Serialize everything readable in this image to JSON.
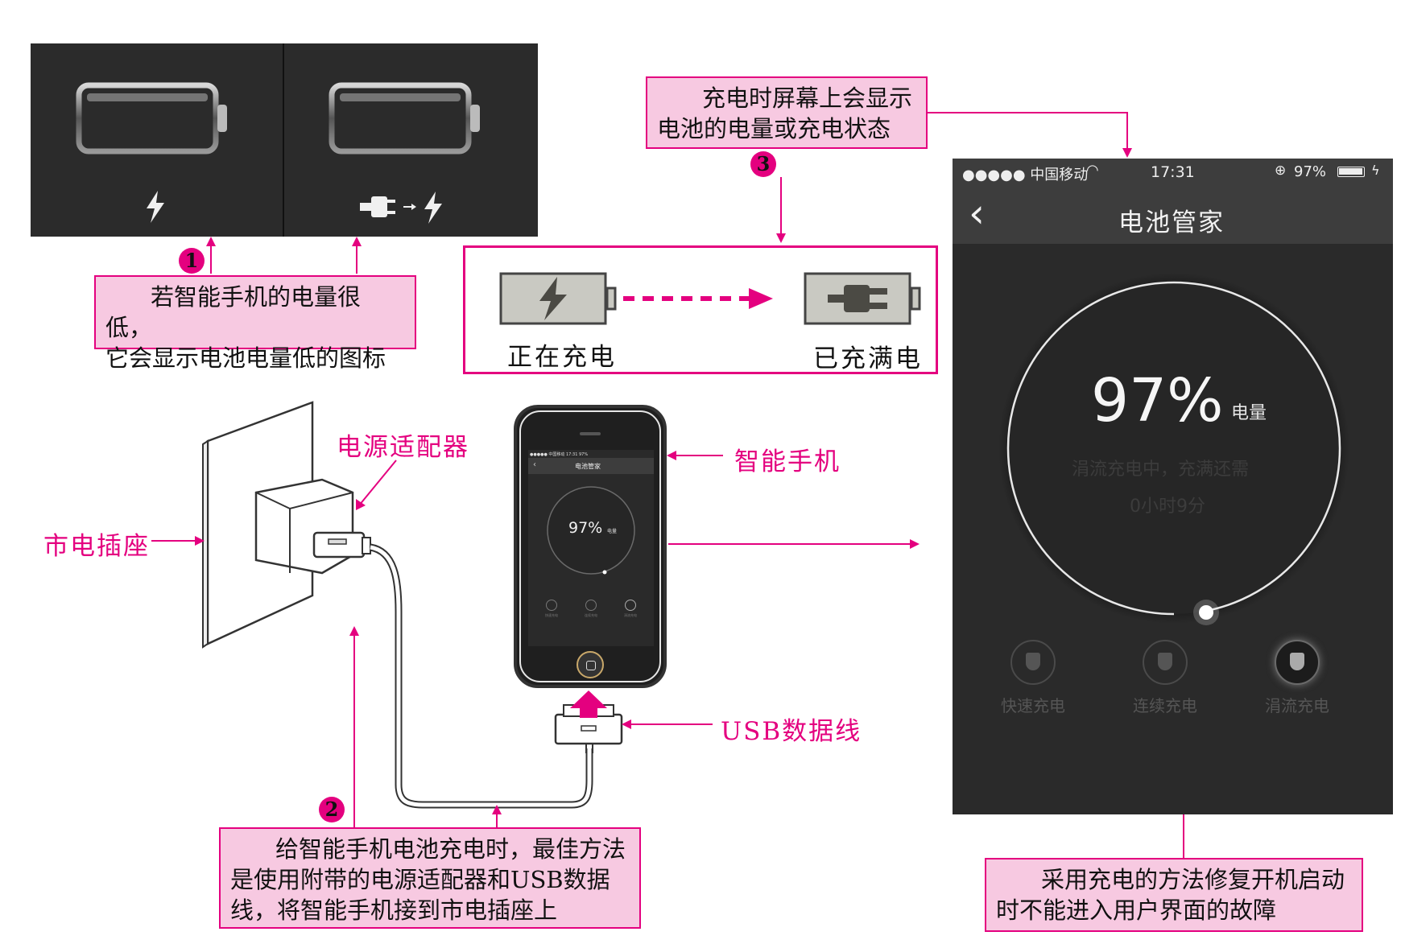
{
  "callouts": {
    "c1": {
      "number": "1",
      "line1": "若智能手机的电量很低，",
      "line2": "它会显示电池电量低的图标"
    },
    "c2": {
      "number": "2",
      "line1": "给智能手机电池充电时，最佳方法",
      "line2": "是使用附带的电源适配器和USB数据",
      "line3": "线，将智能手机接到市电插座上"
    },
    "c3": {
      "number": "3",
      "line1": "充电时屏幕上会显示",
      "line2": "电池的电量或充电状态"
    },
    "c4": {
      "line1": "采用充电的方法修复开机启动",
      "line2": "时不能进入用户界面的故障"
    }
  },
  "charge_states": {
    "charging": "正在充电",
    "full": "已充满电"
  },
  "labels": {
    "adapter": "电源适配器",
    "socket": "市电插座",
    "phone": "智能手机",
    "usb": "USB数据线"
  },
  "app": {
    "status_bar": {
      "carrier": "●●●●● 中国移动",
      "time": "17:31",
      "battery": "97%"
    },
    "title": "电池管家",
    "percent": "97%",
    "percent_label": "电量",
    "status_line1": "涓流充电中，充满还需",
    "status_line2": "0小时9分",
    "modes": [
      "快速充电",
      "连续充电",
      "涓流充电"
    ]
  },
  "mini_phone": {
    "status": "●●●●● 中国移动  17:31  97%",
    "title": "电池管家",
    "percent": "97%",
    "percent_label": "电量",
    "modes": [
      "快速充电",
      "连续充电",
      "涓流充电"
    ]
  },
  "colors": {
    "accent": "#e4007f",
    "callout_bg": "#f7c9e1",
    "dark_panel": "#2b2b2b",
    "app_bg": "#2a2a2a",
    "app_header": "#3d3d3d"
  }
}
